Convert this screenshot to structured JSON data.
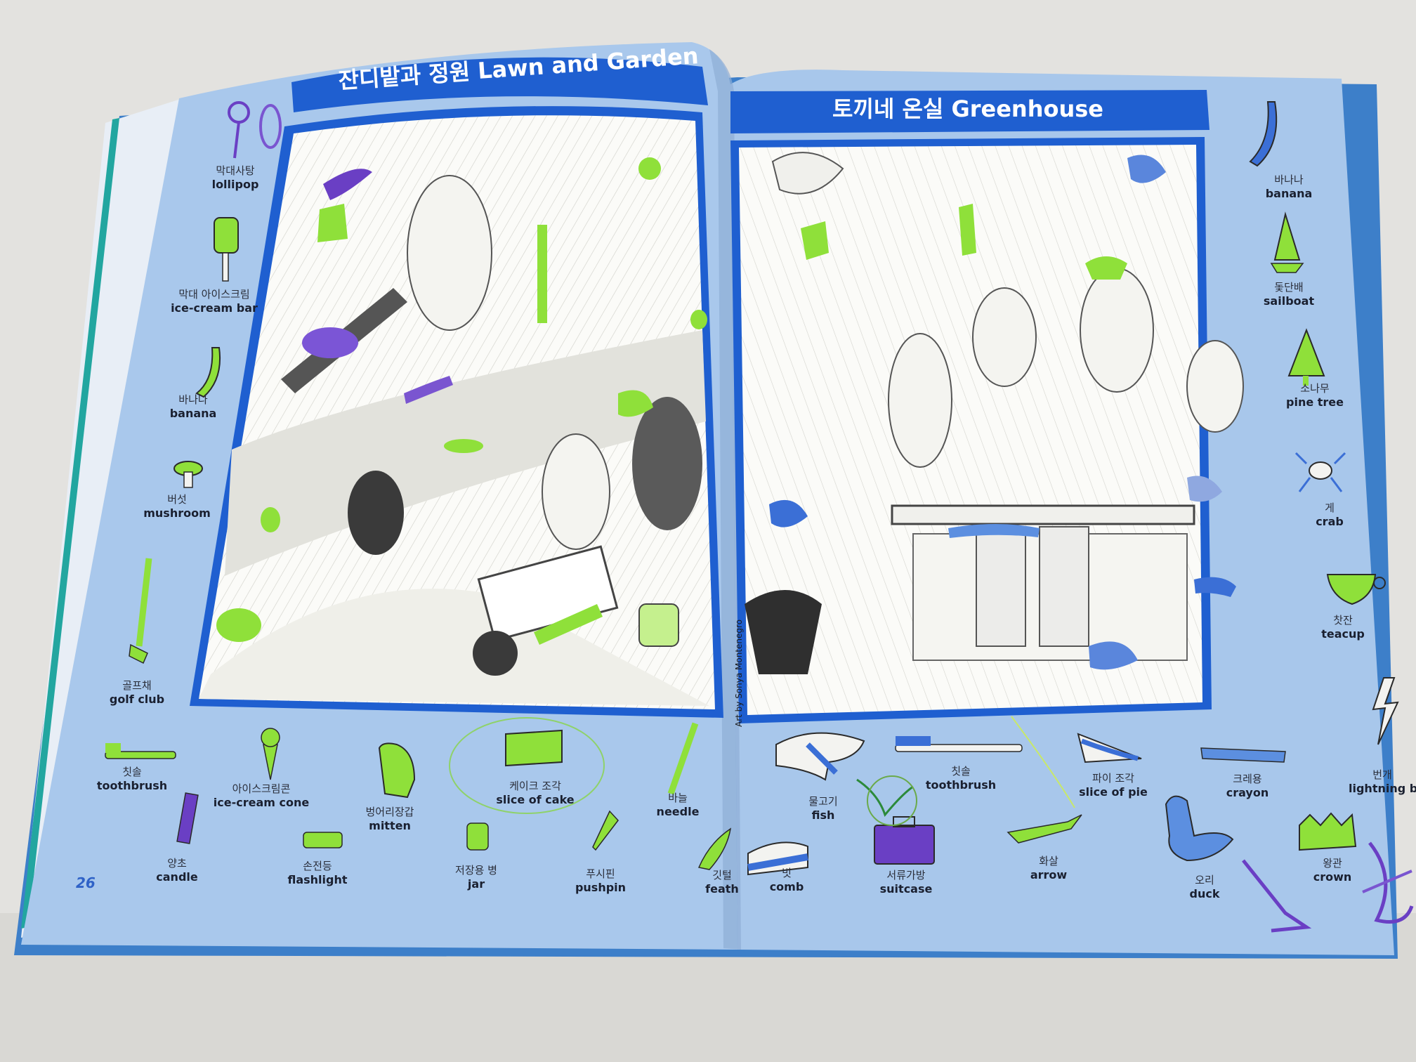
{
  "left_page": {
    "title": "잔디밭과 정원 Lawn and Garden",
    "page_number": "26",
    "credit": "Art by Sonya Montenegro",
    "items": [
      {
        "ko": "막대사탕",
        "en": "lollipop"
      },
      {
        "ko": "막대 아이스크림",
        "en": "ice-cream bar"
      },
      {
        "ko": "바나나",
        "en": "banana"
      },
      {
        "ko": "버섯",
        "en": "mushroom"
      },
      {
        "ko": "골프채",
        "en": "golf club"
      },
      {
        "ko": "칫솔",
        "en": "toothbrush"
      },
      {
        "ko": "아이스크림콘",
        "en": "ice-cream cone"
      },
      {
        "ko": "벙어리장갑",
        "en": "mitten"
      },
      {
        "ko": "케이크 조각",
        "en": "slice of cake"
      },
      {
        "ko": "바늘",
        "en": "needle"
      },
      {
        "ko": "양초",
        "en": "candle"
      },
      {
        "ko": "손전등",
        "en": "flashlight"
      },
      {
        "ko": "저장용 병",
        "en": "jar"
      },
      {
        "ko": "푸시핀",
        "en": "pushpin"
      },
      {
        "ko": "깃털",
        "en": "feath"
      }
    ]
  },
  "right_page": {
    "title": "토끼네 온실 Greenhouse",
    "items": [
      {
        "ko": "바나나",
        "en": "banana"
      },
      {
        "ko": "돛단배",
        "en": "sailboat"
      },
      {
        "ko": "소나무",
        "en": "pine tree"
      },
      {
        "ko": "게",
        "en": "crab"
      },
      {
        "ko": "찻잔",
        "en": "teacup"
      },
      {
        "ko": "번개",
        "en": "lightning b"
      },
      {
        "ko": "물고기",
        "en": "fish"
      },
      {
        "ko": "칫솔",
        "en": "toothbrush"
      },
      {
        "ko": "파이 조각",
        "en": "slice of pie"
      },
      {
        "ko": "크레용",
        "en": "crayon"
      },
      {
        "ko": "빗",
        "en": "comb"
      },
      {
        "ko": "서류가방",
        "en": "suitcase"
      },
      {
        "ko": "화살",
        "en": "arrow"
      },
      {
        "ko": "오리",
        "en": "duck"
      },
      {
        "ko": "왕관",
        "en": "crown"
      }
    ]
  },
  "colors": {
    "page_blue": "#a9c8ec",
    "banner_blue": "#1f5fd0",
    "crayon_green": "#8fe03a",
    "crayon_purple": "#6a3fc4",
    "crayon_blue": "#3b6fd6"
  }
}
